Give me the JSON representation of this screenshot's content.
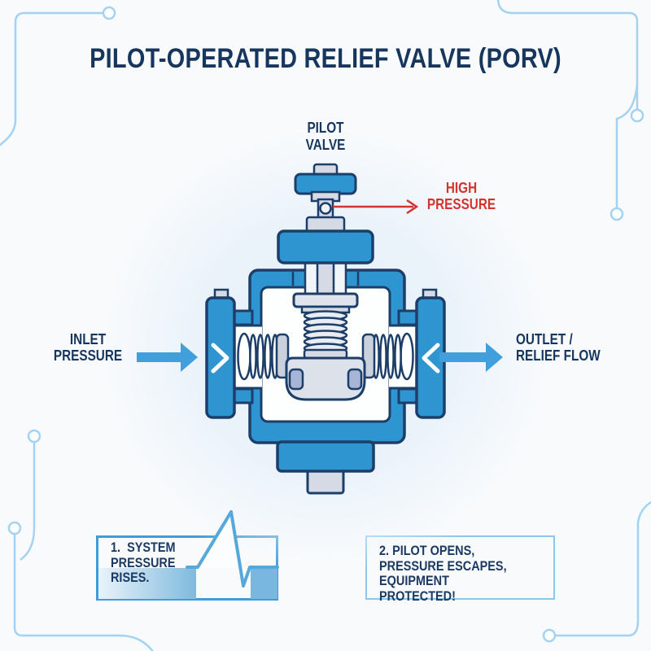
{
  "title": "PILOT-OPERATED RELIEF VALVE (PORV)",
  "labels": {
    "pilot_valve": "PILOT\nVALVE",
    "high_pressure": "HIGH\nPRESSURE",
    "inlet": "INLET\nPRESSURE",
    "outlet": "OUTLET /\nRELIEF FLOW"
  },
  "steps": [
    {
      "text": "1.  SYSTEM\nPRESSURE\nRISES."
    },
    {
      "text": "2. PILOT OPENS,\nPRESSURE ESCAPES,\nEQUIPMENT PROTECTED!"
    }
  ],
  "icons": {
    "inlet_chevron": "chevron-right",
    "outlet_chevron": "chevron-left",
    "inlet_arrow": "arrow-right",
    "outlet_arrow": "arrow-right",
    "high_pressure_arrow": "arrow-right-red",
    "pressure_spike": "spike-waveform"
  },
  "colors": {
    "valve_blue": "#2f95d1",
    "outline_navy": "#1d3e68",
    "text_navy": "#17365e",
    "alert_red": "#d23430",
    "arrow_blue": "#41a0dc",
    "steel_gray": "#d5dae4",
    "trace_blue": "#a3d3f1",
    "box1_border": "#3f9cd6",
    "box2_border": "#8ac7ea"
  }
}
